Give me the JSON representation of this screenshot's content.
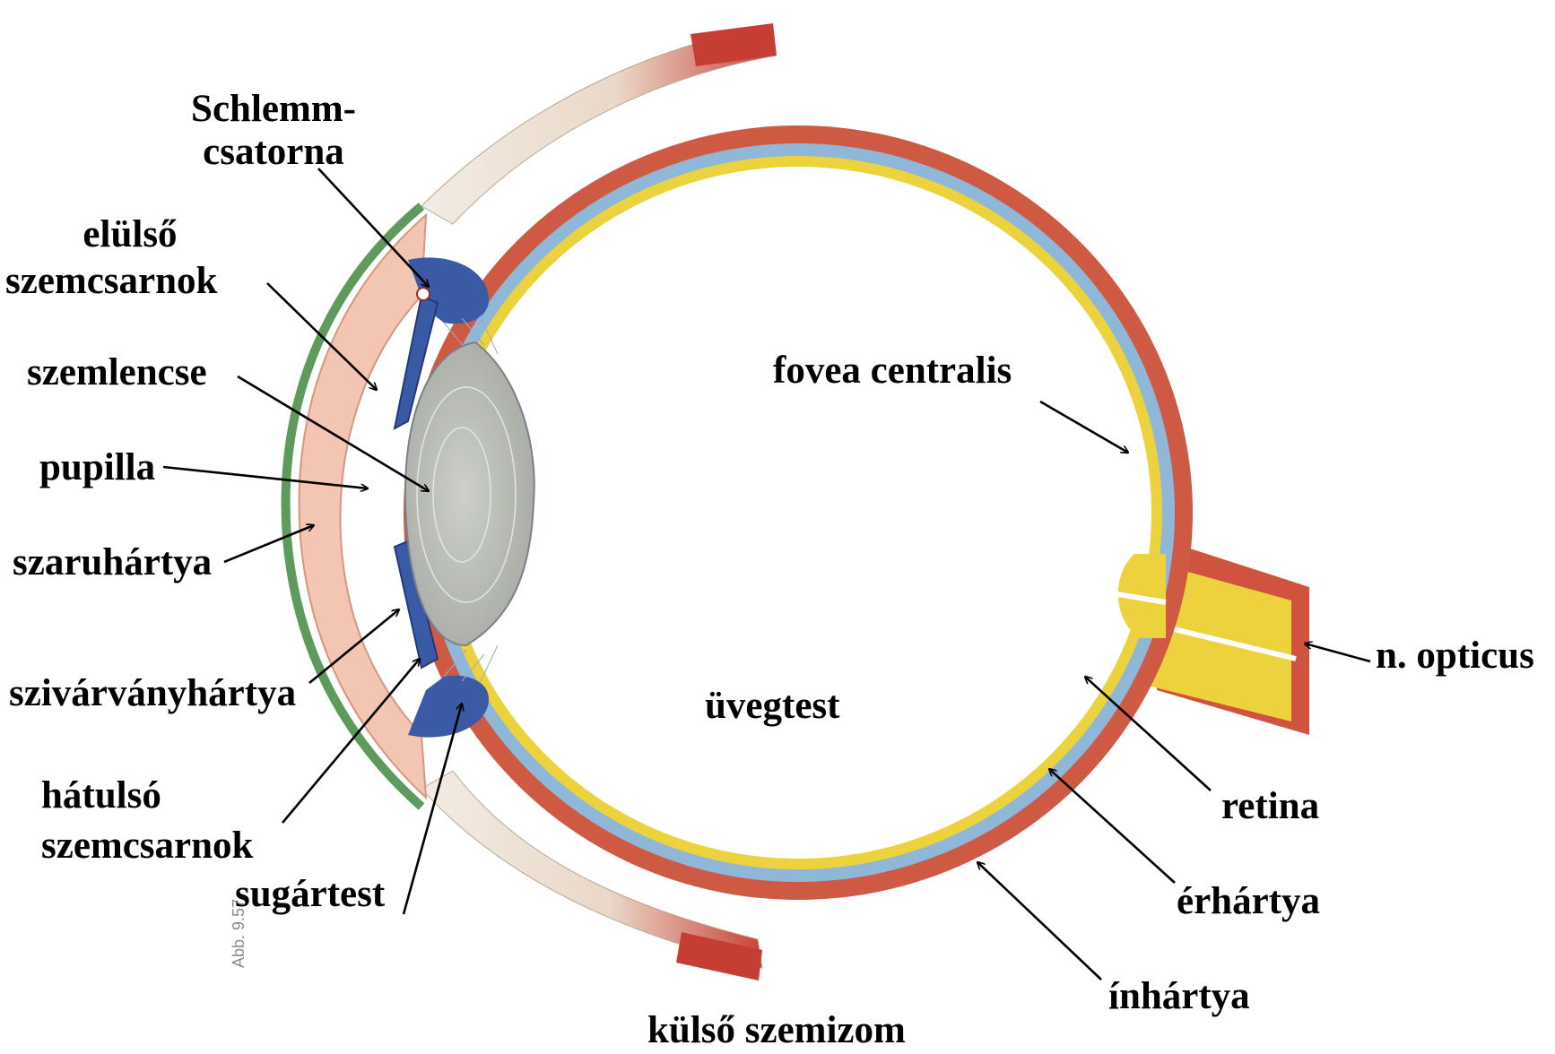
{
  "labels": {
    "schlemm_line1": "Schlemm-",
    "schlemm_line2": "csatorna",
    "anterior_chamber_line1": "elülső",
    "anterior_chamber_line2": "szemcsarnok",
    "lens": "szemlencse",
    "pupil": "pupilla",
    "cornea": "szaruhártya",
    "iris": "szivárványhártya",
    "posterior_chamber_line1": "hátulsó",
    "posterior_chamber_line2": "szemcsarnok",
    "ciliary_body": "sugártest",
    "fovea": "fovea centralis",
    "optic_nerve": "n. opticus",
    "vitreous": "üvegtest",
    "retina": "retina",
    "choroid": "érhártya",
    "sclera": "ínhártya",
    "external_muscle": "külső szemizom"
  },
  "figure_number": "Abb. 9.57",
  "colors": {
    "sclera": "#cf5a44",
    "choroid": "#8fb8d8",
    "retina": "#ecd23c",
    "lens": "#b9bcb6",
    "iris": "#3b5aa6",
    "cornea": "#f3c6b3",
    "conjunctiva": "#5e9a5c",
    "muscle_tendon": "#efe6dc",
    "arrows": "#000000"
  }
}
